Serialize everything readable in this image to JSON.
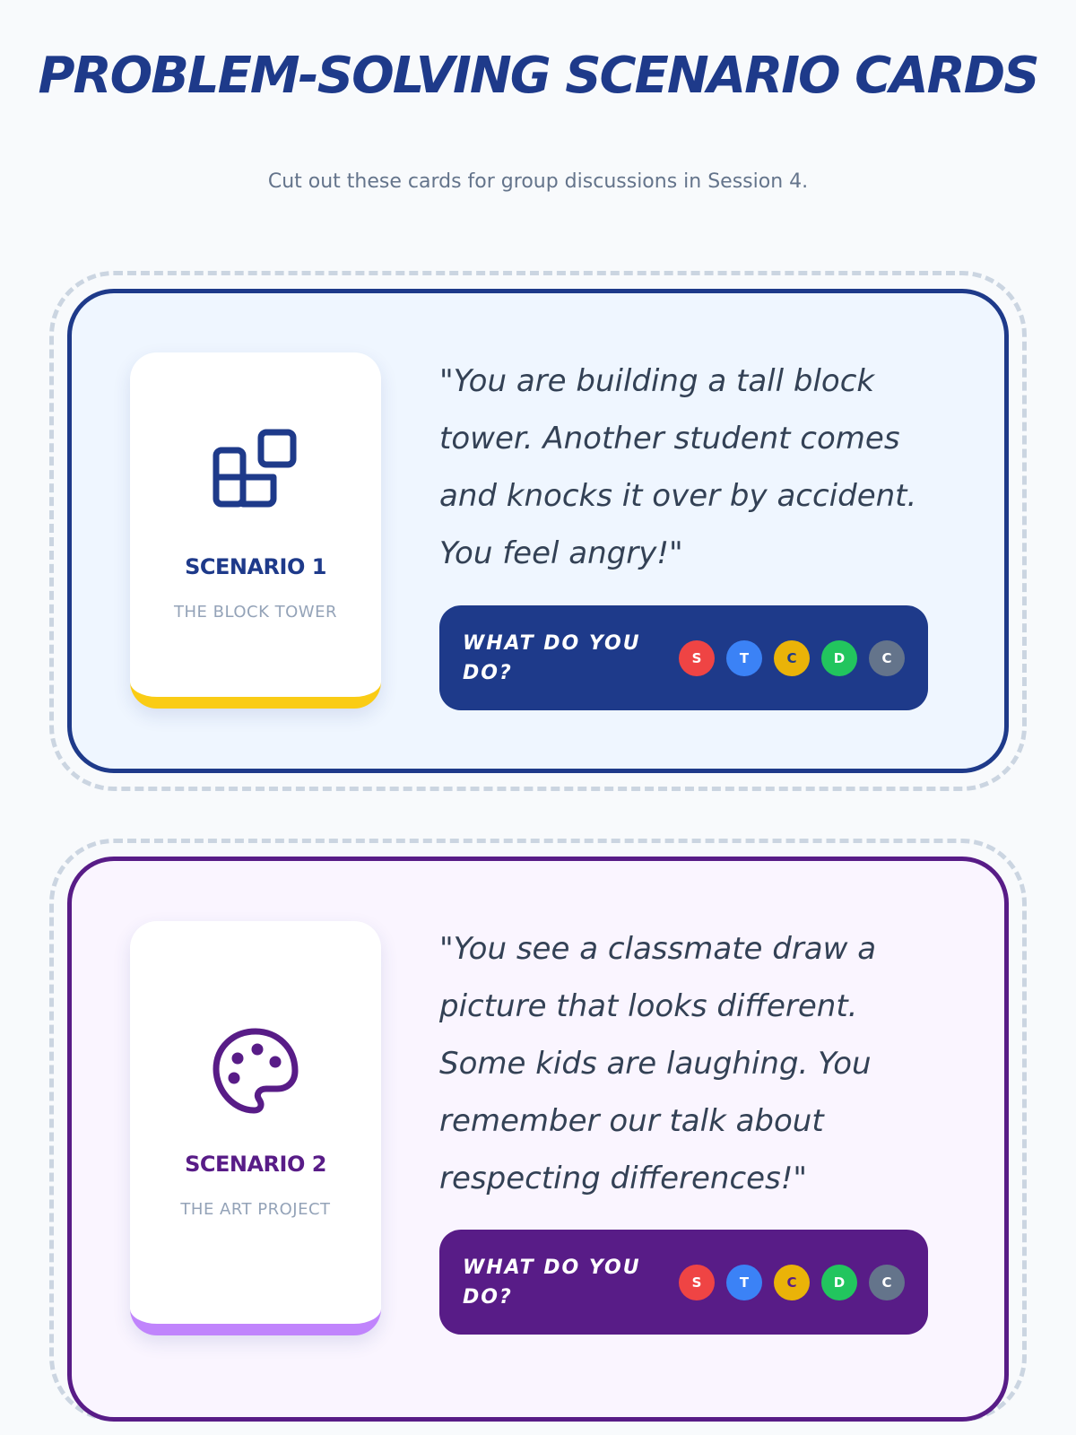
{
  "header": {
    "title": "PROBLEM-SOLVING SCENARIO CARDS",
    "subtitle": "Cut out these cards for group discussions in Session 4."
  },
  "colors": {
    "blue": "#1e3a8a",
    "purple": "#581c87",
    "yellow": "#facc15",
    "lilac": "#c084fc"
  },
  "skills": [
    {
      "letter": "S",
      "color": "#ef4444"
    },
    {
      "letter": "T",
      "color": "#3b82f6"
    },
    {
      "letter": "C",
      "color": "#eab308"
    },
    {
      "letter": "D",
      "color": "#22c55e"
    },
    {
      "letter": "C",
      "color": "#64748b"
    }
  ],
  "scenarios": [
    {
      "label": "SCENARIO 1",
      "name": "THE BLOCK TOWER",
      "icon": "blocks-icon",
      "quote": "\"You are building a tall block tower. Another student comes and knocks it over by accident. You feel angry!\"",
      "prompt": "WHAT DO YOU DO?"
    },
    {
      "label": "SCENARIO 2",
      "name": "THE ART PROJECT",
      "icon": "palette-icon",
      "quote": "\"You see a classmate draw a picture that looks different. Some kids are laughing. You remember our talk about respecting differences!\"",
      "prompt": "WHAT DO YOU DO?"
    }
  ]
}
